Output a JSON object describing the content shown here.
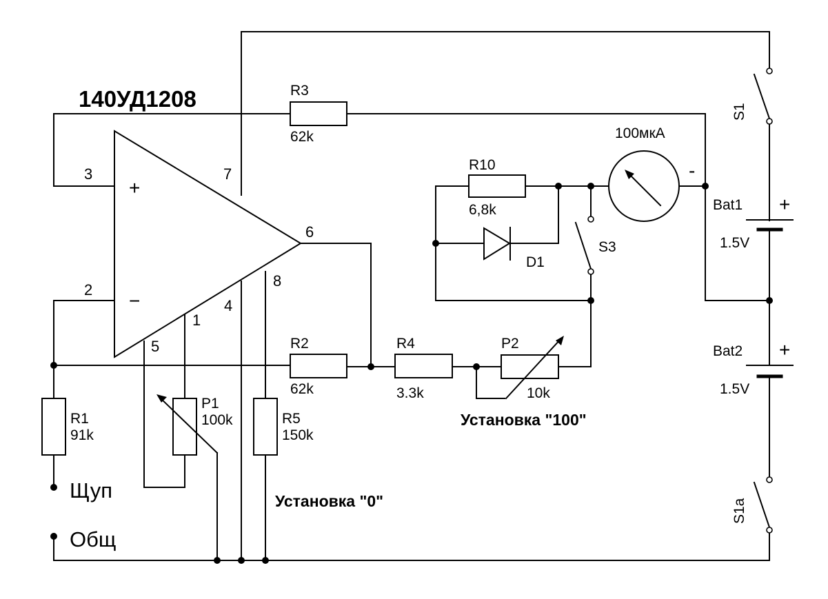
{
  "opamp": {
    "part_number": "140УД1208",
    "plus_sign": "+",
    "minus_sign": "−",
    "pins": [
      "3",
      "2",
      "7",
      "6",
      "4",
      "8",
      "5",
      "1"
    ]
  },
  "resistors": {
    "r1": {
      "name": "R1",
      "value": "91k"
    },
    "r2": {
      "name": "R2",
      "value": "62k"
    },
    "r3": {
      "name": "R3",
      "value": "62k"
    },
    "r4": {
      "name": "R4",
      "value": "3.3k"
    },
    "r5": {
      "name": "R5",
      "value": "150k"
    },
    "r10": {
      "name": "R10",
      "value": "6,8k"
    }
  },
  "potentiometers": {
    "p1": {
      "name": "P1",
      "value": "100k"
    },
    "p2": {
      "name": "P2",
      "value": "10k"
    }
  },
  "diode": {
    "name": "D1"
  },
  "meter": {
    "label": "100мкА",
    "polarity": "-"
  },
  "switches": {
    "s1": "S1",
    "s1a": "S1a",
    "s3": "S3"
  },
  "batteries": {
    "bat1": {
      "name": "Bat1",
      "voltage": "1.5V",
      "polarity": "+"
    },
    "bat2": {
      "name": "Bat2",
      "voltage": "1.5V",
      "polarity": "+"
    }
  },
  "terminals": {
    "probe": "Щуп",
    "common": "Общ"
  },
  "adjustments": {
    "zero": "Установка \"0\"",
    "hundred": "Установка \"100\""
  }
}
